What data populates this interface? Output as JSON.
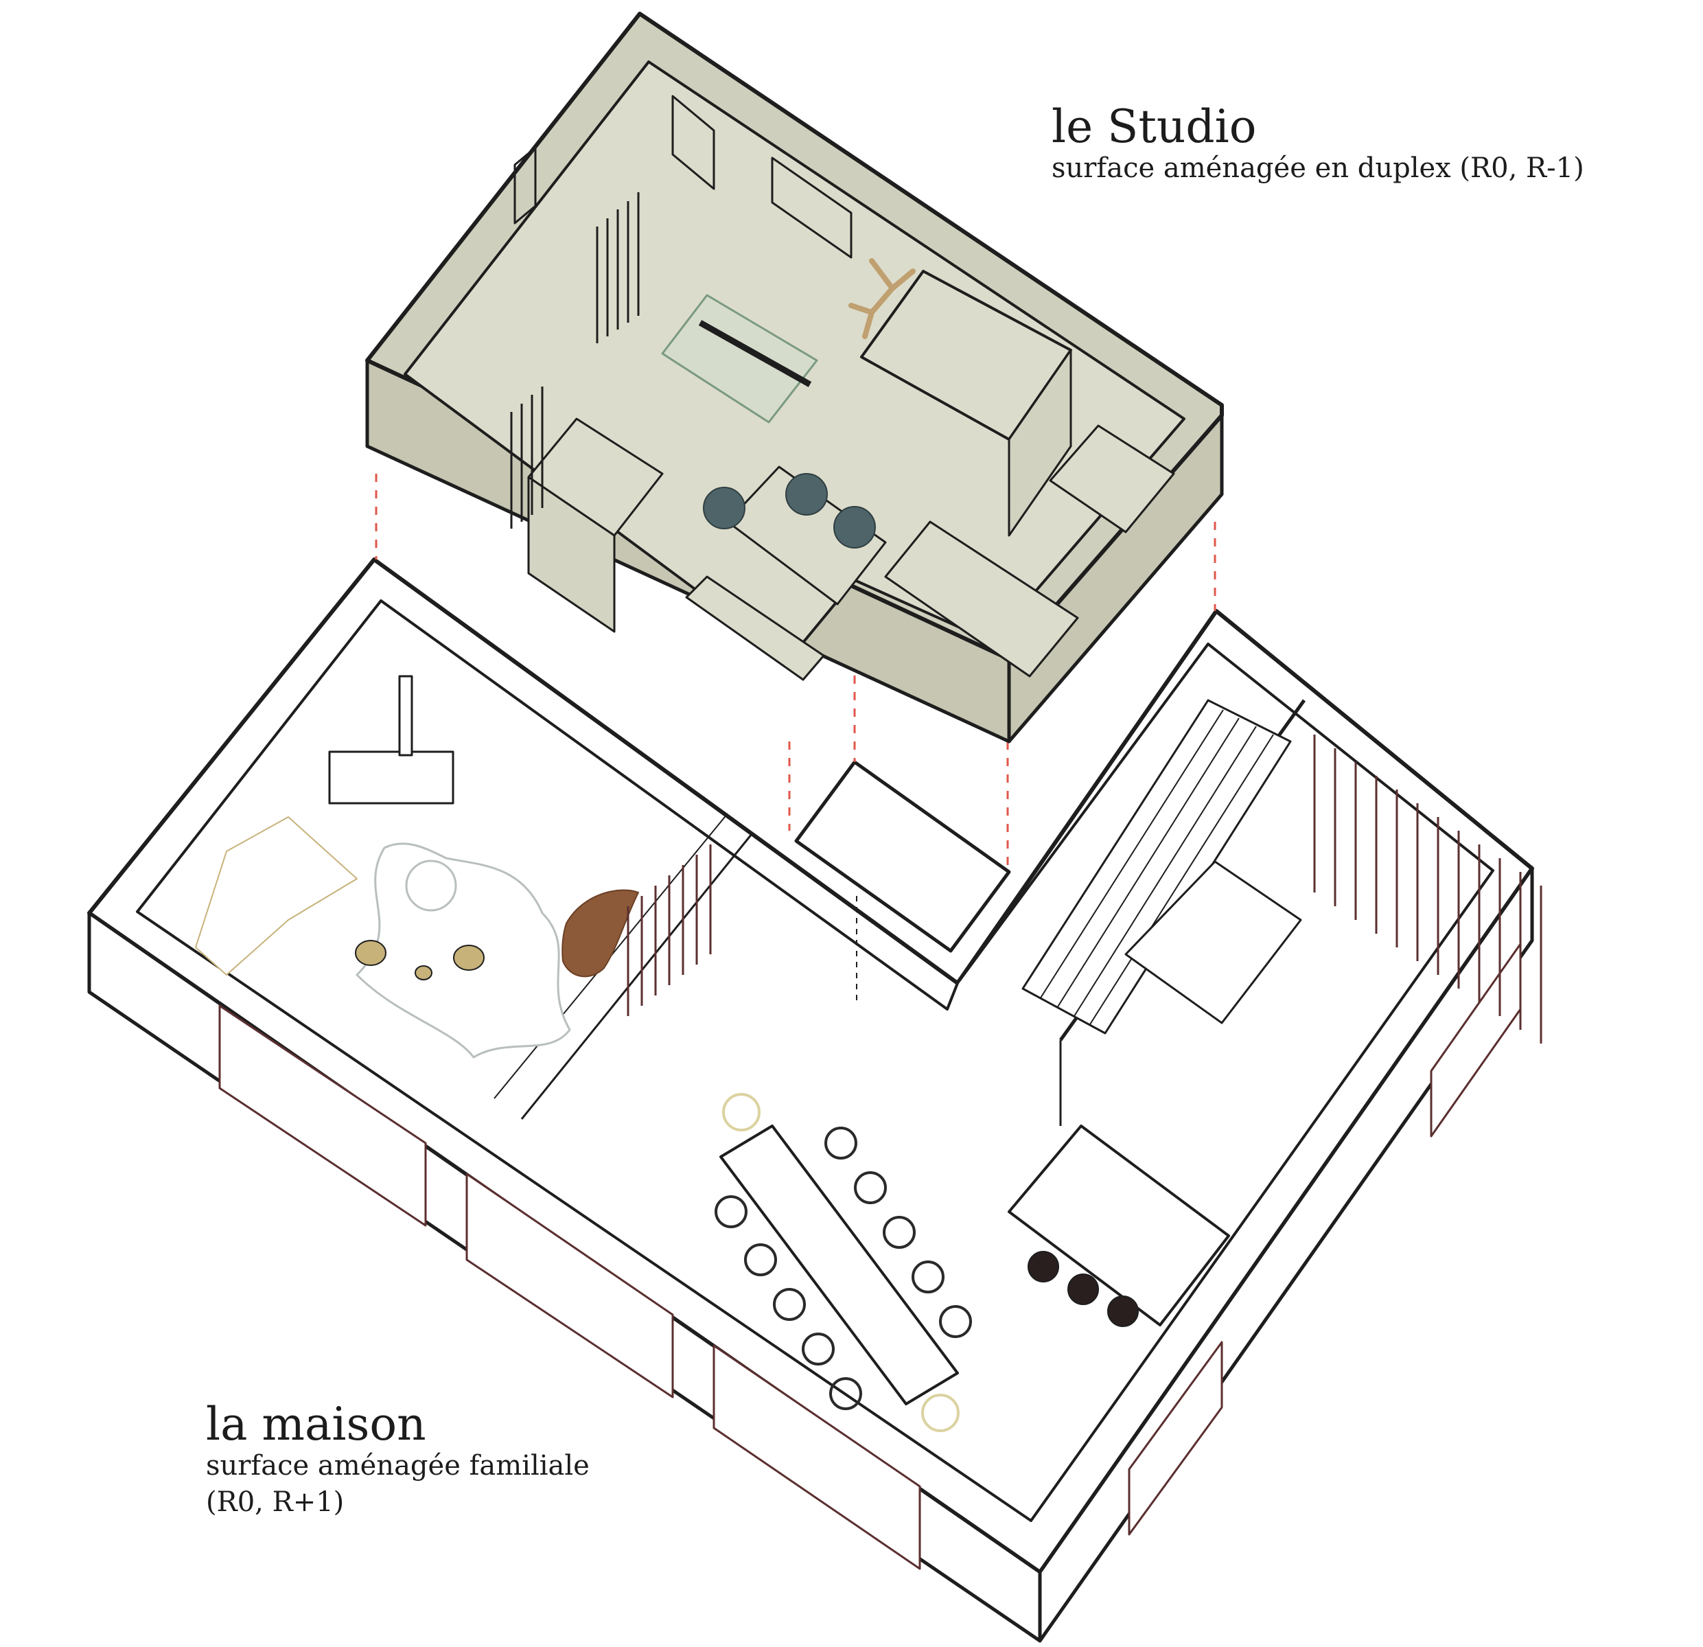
{
  "studio": {
    "title": "le Studio",
    "subtitle": "surface aménagée en duplex (R0, R-1)"
  },
  "maison": {
    "title": "la maison",
    "subtitle_line1": "surface aménagée familiale",
    "subtitle_line2": "(R0, R+1)"
  },
  "colors": {
    "studio_fill": "#dcdccc",
    "studio_wall_top": "#cfcfbd",
    "studio_wall_side": "#c6c6b2",
    "maison_wall_side": "#ffffff",
    "line": "#1e1e1e",
    "thin_line": "#4a3a3a",
    "guide_dash": "#e0574a",
    "chair_dark": "#4f6468",
    "chair_yellow": "#dcd2a0",
    "armchair_brown": "#8c5a38",
    "lamp_gold": "#c7b27a",
    "rug_outline": "#b8bfbe",
    "stool": "#2a1f1f",
    "curtain": "#5b2f2f"
  }
}
